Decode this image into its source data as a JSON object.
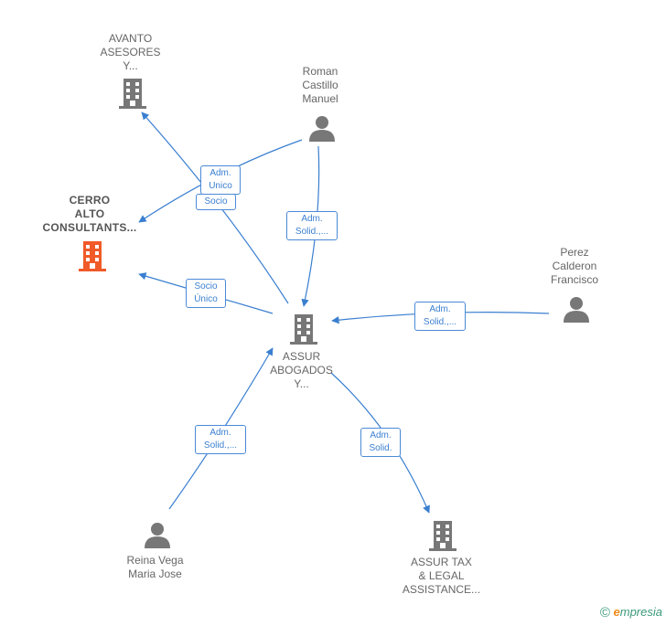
{
  "colors": {
    "company": "#777777",
    "highlight": "#f05a28",
    "person": "#777777",
    "edge": "#3a7fd0"
  },
  "nodes": [
    {
      "id": "avanto",
      "type": "company",
      "label": "AVANTO\nASESORES\nY..."
    },
    {
      "id": "cerro",
      "type": "company",
      "label": "CERRO\nALTO\nCONSULTANTS...",
      "highlight": true
    },
    {
      "id": "roman",
      "type": "person",
      "label": "Roman\nCastillo\nManuel"
    },
    {
      "id": "perez",
      "type": "person",
      "label": "Perez\nCalderon\nFrancisco"
    },
    {
      "id": "assur",
      "type": "company",
      "label": "ASSUR\nABOGADOS\nY..."
    },
    {
      "id": "reina",
      "type": "person",
      "label": "Reina Vega\nMaria Jose"
    },
    {
      "id": "tax",
      "type": "company",
      "label": "ASSUR TAX\n& LEGAL\nASSISTANCE..."
    }
  ],
  "edges": [
    {
      "id": "e1",
      "label": "Adm.\nUnico"
    },
    {
      "id": "e2",
      "label": "Socio"
    },
    {
      "id": "e3",
      "label": "Adm.\nSolid.,..."
    },
    {
      "id": "e4",
      "label": "Socio\nÚnico"
    },
    {
      "id": "e5",
      "label": "Adm.\nSolid.,..."
    },
    {
      "id": "e6",
      "label": "Adm.\nSolid.,..."
    },
    {
      "id": "e7",
      "label": "Adm.\nSolid."
    }
  ],
  "footer": {
    "copyright": "©",
    "brand_first": "e",
    "brand_rest": "mpresia"
  }
}
